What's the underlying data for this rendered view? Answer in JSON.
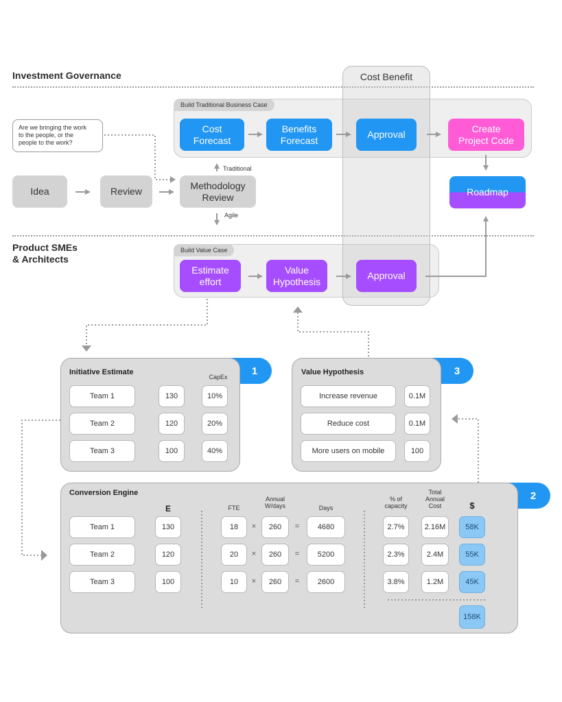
{
  "sections": {
    "investment_governance": "Investment Governance",
    "product_smes": "Product SMEs\n& Architects"
  },
  "cost_benefit": "Cost Benefit",
  "traditional_panel": {
    "tab": "Build Traditional Business Case",
    "cost_forecast": "Cost\nForecast",
    "benefits_forecast": "Benefits\nForecast",
    "approval": "Approval",
    "create_project_code": "Create\nProject Code"
  },
  "note": "Are we bringing the work\nto the people, or the\npeople to the work?",
  "flow": {
    "idea": "Idea",
    "review": "Review",
    "methodology_review": "Methodology\nReview",
    "traditional": "Traditional",
    "agile": "Agile",
    "roadmap": "Roadmap"
  },
  "value_panel": {
    "tab": "Build Value Case",
    "estimate_effort": "Estimate\neffort",
    "value_hypothesis": "Value\nHypothesis",
    "approval": "Approval"
  },
  "initiative_estimate": {
    "title": "Initiative Estimate",
    "badge": "1",
    "capex_header": "CapEx",
    "rows": [
      {
        "team": "Team 1",
        "estimate": "130",
        "capex": "10%"
      },
      {
        "team": "Team 2",
        "estimate": "120",
        "capex": "20%"
      },
      {
        "team": "Team 3",
        "estimate": "100",
        "capex": "40%"
      }
    ]
  },
  "value_hypothesis_card": {
    "title": "Value Hypothesis",
    "badge": "3",
    "rows": [
      {
        "item": "Increase revenue",
        "value": "0.1M"
      },
      {
        "item": "Reduce cost",
        "value": "0.1M"
      },
      {
        "item": "More users on mobile",
        "value": "100"
      }
    ]
  },
  "conversion_engine": {
    "title": "Conversion Engine",
    "badge": "2",
    "headers": {
      "e": "E",
      "fte": "FTE",
      "annual_wdays": "Annual\nW/days",
      "days": "Days",
      "pct_capacity": "% of\ncapacity",
      "total_annual_cost": "Total\nAnnual\nCost",
      "dollar": "$"
    },
    "ops": {
      "times": "×",
      "equals": "="
    },
    "rows": [
      {
        "team": "Team 1",
        "e": "130",
        "fte": "18",
        "wdays": "260",
        "days": "4680",
        "pct": "2.7%",
        "cost": "2.16M",
        "dollars": "58K"
      },
      {
        "team": "Team 2",
        "e": "120",
        "fte": "20",
        "wdays": "260",
        "days": "5200",
        "pct": "2.3%",
        "cost": "2.4M",
        "dollars": "55K"
      },
      {
        "team": "Team 3",
        "e": "100",
        "fte": "10",
        "wdays": "260",
        "days": "2600",
        "pct": "3.8%",
        "cost": "1.2M",
        "dollars": "45K"
      }
    ],
    "total": "158K"
  }
}
